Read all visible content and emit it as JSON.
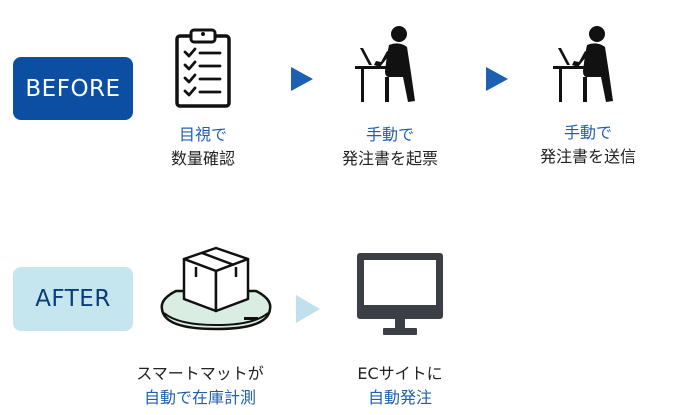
{
  "before": {
    "badge": "BEFORE",
    "steps": [
      {
        "line1": "目視で",
        "line2": "数量確認"
      },
      {
        "line1": "手動で",
        "line2": "発注書を起票"
      },
      {
        "line1": "手動で",
        "line2": "発注書を送信"
      }
    ]
  },
  "after": {
    "badge": "AFTER",
    "steps": [
      {
        "line1": "スマートマットが",
        "line2": "自動で在庫計測"
      },
      {
        "line1": "ECサイトに",
        "line2": "自動発注"
      }
    ]
  },
  "colors": {
    "before_badge": "#0b4ea2",
    "after_badge": "#c5e6ef",
    "accent_text": "#1f5fb0",
    "arrow_dark": "#1d5fb2",
    "arrow_light": "#bfe0ec"
  },
  "icons": [
    "clipboard-checklist-icon",
    "person-at-laptop-icon",
    "person-at-laptop-icon",
    "box-on-smart-mat-icon",
    "desktop-monitor-icon"
  ]
}
